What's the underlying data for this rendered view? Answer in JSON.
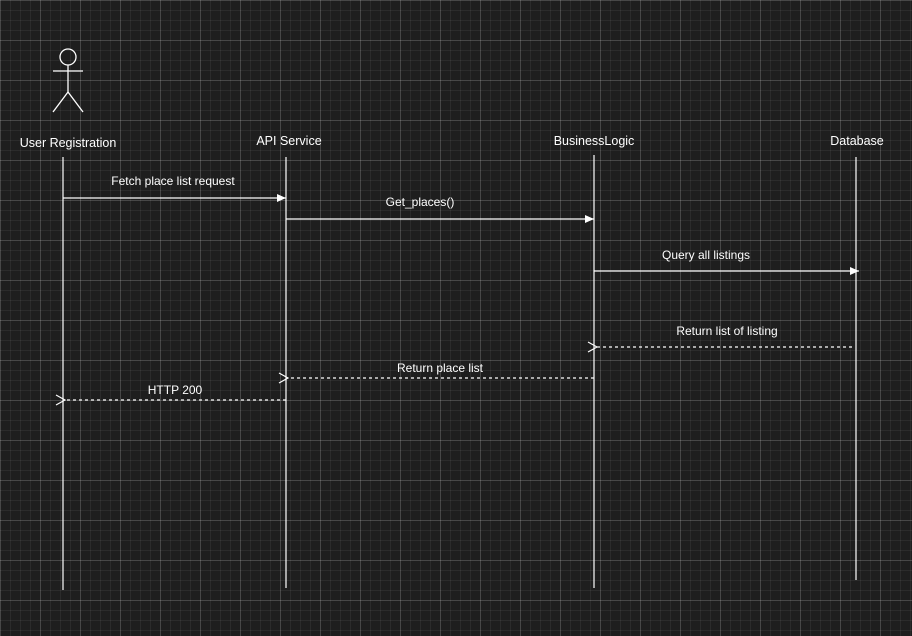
{
  "participants": {
    "user": "User Registration",
    "api": "API Service",
    "logic": "BusinessLogic",
    "db": "Database"
  },
  "messages": {
    "m1": "Fetch place list request",
    "m2": "Get_places()",
    "m3": "Query all listings",
    "m4": "Return list of listing",
    "m5": "Return place list",
    "m6": "HTTP 200"
  },
  "colors": {
    "background": "#1e1e1e",
    "line": "#ffffff"
  }
}
